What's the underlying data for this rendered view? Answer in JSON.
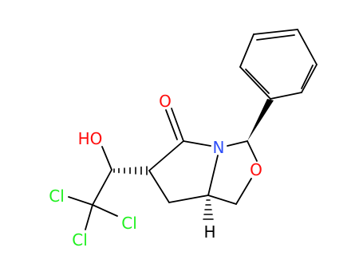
{
  "molecule": {
    "atoms": {
      "oxygen_carbonyl": {
        "symbol": "O",
        "color": "#ff0d0d"
      },
      "nitrogen": {
        "symbol": "N",
        "color": "#3050f8"
      },
      "oxygen_ring": {
        "symbol": "O",
        "color": "#ff0d0d"
      },
      "hydroxyl": {
        "symbol": "HO",
        "color": "#ff0d0d"
      },
      "chlorine_1": {
        "symbol": "Cl",
        "color": "#1ff01f"
      },
      "chlorine_2": {
        "symbol": "Cl",
        "color": "#1ff01f"
      },
      "chlorine_3": {
        "symbol": "Cl",
        "color": "#1ff01f"
      },
      "hydrogen": {
        "symbol": "H",
        "color": "#000000"
      }
    },
    "bond_color": "#000000"
  }
}
